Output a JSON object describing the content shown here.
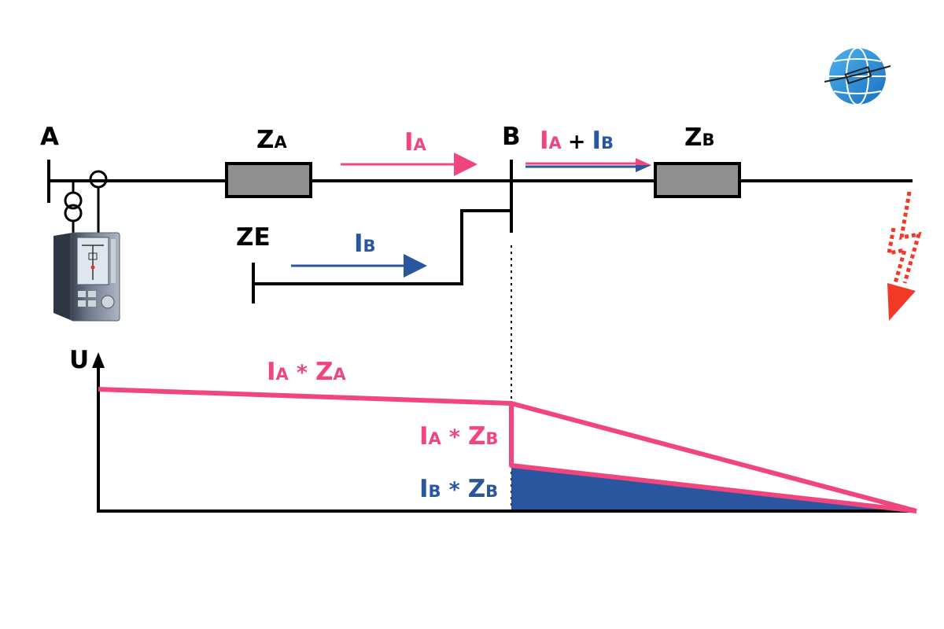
{
  "colors": {
    "line": "#000000",
    "pink": "#f0457d",
    "blue": "#2a56a0",
    "impedance_fill": "#8f8f8f",
    "fault_red": "#f03a25"
  },
  "icons": {
    "logo": "globe-logo-icon",
    "relay": "protection-relay-icon",
    "transformer": "current-transformer-icon",
    "fault": "lightning-fault-icon"
  },
  "labels": {
    "bus_a": "A",
    "bus_b": "B",
    "za_main": "Z",
    "za_sub": "A",
    "zb_main": "Z",
    "zb_sub": "B",
    "ze": "ZE",
    "ia_main": "I",
    "ia_sub": "A",
    "ib_main": "I",
    "ib_sub": "B",
    "sum_ia_main": "I",
    "sum_ia_sub": "A",
    "sum_plus": "+",
    "sum_ib_main": "I",
    "sum_ib_sub": "B",
    "u_axis": "U",
    "iaza_i": "I",
    "iaza_isub": "A",
    "iaza_op": "*",
    "iaza_z": "Z",
    "iaza_zsub": "A",
    "iazb_i": "I",
    "iazb_isub": "A",
    "iazb_op": "*",
    "iazb_z": "Z",
    "iazb_zsub": "B",
    "ibzb_i": "I",
    "ibzb_isub": "B",
    "ibzb_op": "*",
    "ibzb_z": "Z",
    "ibzb_zsub": "B"
  }
}
